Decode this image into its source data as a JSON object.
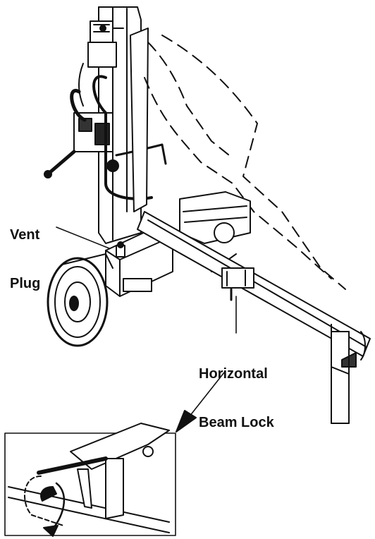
{
  "labels": {
    "vent_plug": [
      "Vent",
      "Plug"
    ],
    "horizontal_beam_lock": [
      "Horizontal",
      "Beam Lock"
    ]
  },
  "colors": {
    "ink": "#111111",
    "paper": "#ffffff"
  }
}
